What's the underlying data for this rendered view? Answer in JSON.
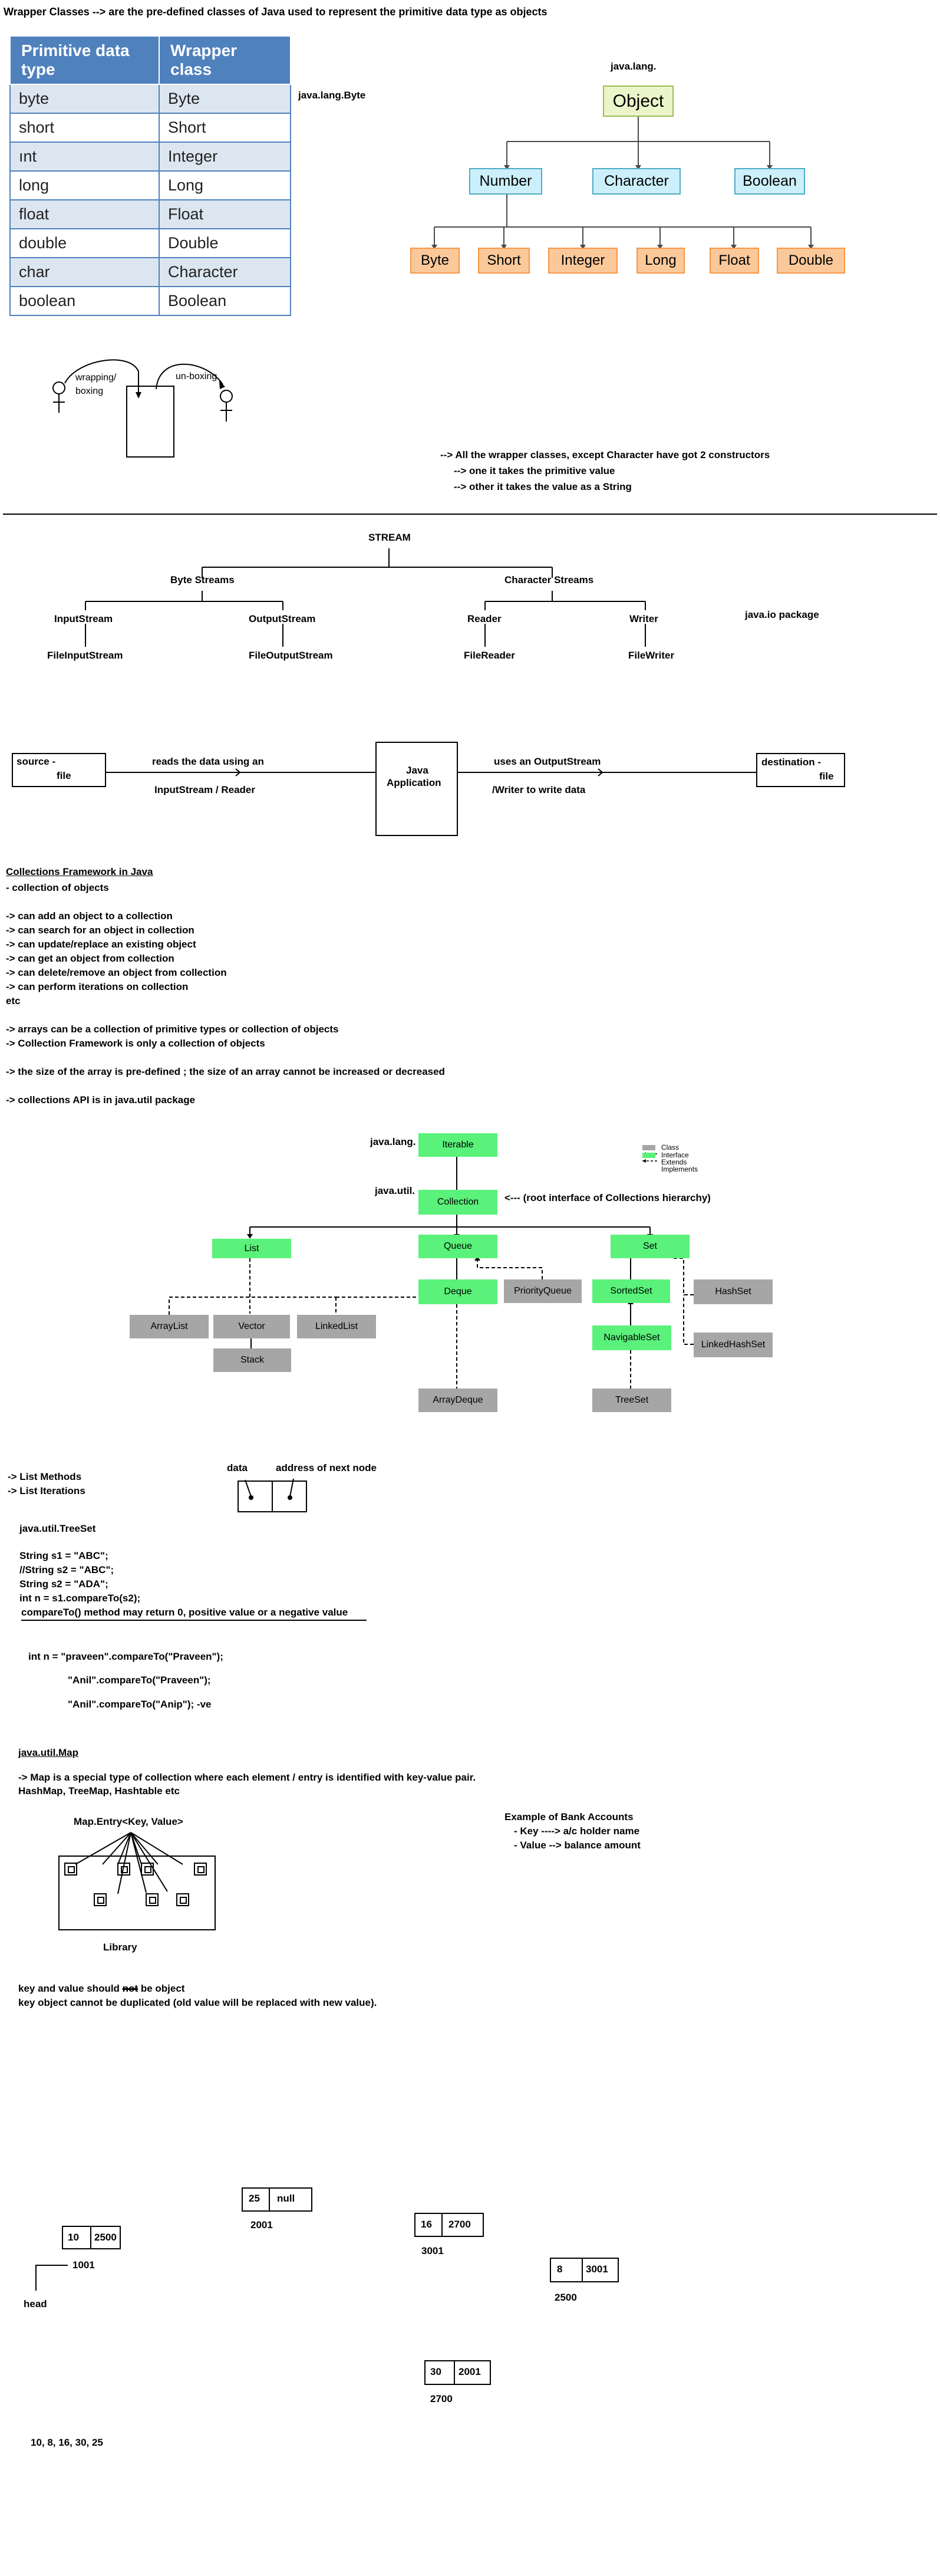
{
  "title": "Wrapper Classes --> are the pre-defined classes of Java used to represent the primitive data type as objects",
  "wrapper_table": {
    "headers": [
      "Primitive data type",
      "Wrapper class"
    ],
    "rows": [
      [
        "byte",
        "Byte"
      ],
      [
        "short",
        "Short"
      ],
      [
        "ınt",
        "Integer"
      ],
      [
        "long",
        "Long"
      ],
      [
        "float",
        "Float"
      ],
      [
        "double",
        "Double"
      ],
      [
        "char",
        "Character"
      ],
      [
        "boolean",
        "Boolean"
      ]
    ]
  },
  "java_lang_byte": "java.lang.Byte",
  "hierarchy": {
    "package": "java.lang.",
    "root": "Object",
    "level1": [
      "Number",
      "Character",
      "Boolean"
    ],
    "level2": [
      "Byte",
      "Short",
      "Integer",
      "Long",
      "Float",
      "Double"
    ]
  },
  "boxing": {
    "wrapping": "wrapping/",
    "boxing": "boxing",
    "unboxing": "un-boxing"
  },
  "constructors_note": [
    "--> All the wrapper classes, except Character have got 2 constructors",
    "--> one it takes the primitive value",
    "--> other it takes the value as a String"
  ],
  "stream": {
    "root": "STREAM",
    "byte_streams": "Byte Streams",
    "char_streams": "Character Streams",
    "input_stream": "InputStream",
    "output_stream": "OutputStream",
    "reader": "Reader",
    "writer": "Writer",
    "file_input_stream": "FileInputStream",
    "file_output_stream": "FileOutputStream",
    "file_reader": "FileReader",
    "file_writer": "FileWriter",
    "package": "java.io package"
  },
  "flow": {
    "source_1": "source -",
    "source_2": "file",
    "reads_1": "reads the data using an",
    "reads_2": "InputStream / Reader",
    "app_1": "Java",
    "app_2": "Application",
    "uses_1": "uses an OutputStream",
    "uses_2": "/Writer to write data",
    "dest_1": "destination -",
    "dest_2": "file"
  },
  "collections_notes": {
    "heading": "Collections Framework in Java",
    "lines": [
      "- collection of objects",
      "",
      "-> can add an object to a collection",
      "-> can search for an object in collection",
      "-> can update/replace an existing object",
      "-> can get an object from collection",
      "-> can delete/remove an object from collection",
      "-> can perform iterations on collection",
      "etc",
      "",
      "-> arrays can be a collection of primitive types or collection of objects",
      "-> Collection Framework is only a collection of objects",
      "",
      "-> the size of the array is pre-defined ; the size of an array cannot be increased or decreased",
      "",
      "-> collections API is in java.util package"
    ]
  },
  "collections_diagram": {
    "java_lang": "java.lang.",
    "java_util": "java.util.",
    "iterable": "Iterable",
    "collection": "Collection",
    "root_note": "<--- (root interface of Collections hierarchy)",
    "list": "List",
    "queue": "Queue",
    "set": "Set",
    "deque": "Deque",
    "priority_queue": "PriorityQueue",
    "sorted_set": "SortedSet",
    "hash_set": "HashSet",
    "array_list": "ArrayList",
    "vector": "Vector",
    "linked_list": "LinkedList",
    "navigable_set": "NavigableSet",
    "linked_hash_set": "LinkedHashSet",
    "stack": "Stack",
    "array_deque": "ArrayDeque",
    "tree_set": "TreeSet",
    "legend": [
      "Class",
      "Interface",
      "Extends",
      "Implements"
    ],
    "class_color": "#a6a6a6",
    "interface_color": "#5af27a"
  },
  "list_notes": [
    "-> List Methods",
    "-> List Iterations"
  ],
  "node": {
    "data": "data",
    "address": "address of next node"
  },
  "treeset": {
    "heading": "java.util.TreeSet",
    "lines": [
      "String s1 = \"ABC\";",
      "//String s2 = \"ABC\";",
      "String s2 = \"ADA\";",
      "int n = s1.compareTo(s2);",
      "compareTo() method may return 0, positive value or a negative value"
    ]
  },
  "compare": {
    "line1": "int n = \"praveen\".compareTo(\"Praveen\");",
    "line2": "\"Anil\".compareTo(\"Praveen\");",
    "line3": "\"Anil\".compareTo(\"Anip\");  -ve"
  },
  "map": {
    "heading": "java.util.Map",
    "line1": "-> Map is a special type of collection where each element / entry is identified with key-value pair.",
    "line2": "HashMap, TreeMap, Hashtable etc",
    "entry": "Map.Entry<Key, Value>",
    "library": "Library",
    "bank_title": "Example of Bank Accounts",
    "bank_key": "- Key   ----> a/c holder name",
    "bank_value": "- Value  --> balance amount",
    "note1_a": "key and value should ",
    "note1_struck": "not",
    "note1_b": " be object",
    "note2": "key object cannot be duplicated (old value will be replaced with new value)."
  },
  "linked_list": {
    "nodes": [
      {
        "value": "10",
        "next": "2500",
        "address": "1001"
      },
      {
        "value": "25",
        "next": "null",
        "address": "2001"
      },
      {
        "value": "16",
        "next": "2700",
        "address": "3001"
      },
      {
        "value": "8",
        "next": "3001",
        "address": "2500"
      },
      {
        "value": "30",
        "next": "2001",
        "address": "2700"
      }
    ],
    "head": "head",
    "sequence": "10, 8, 16, 30, 25"
  }
}
